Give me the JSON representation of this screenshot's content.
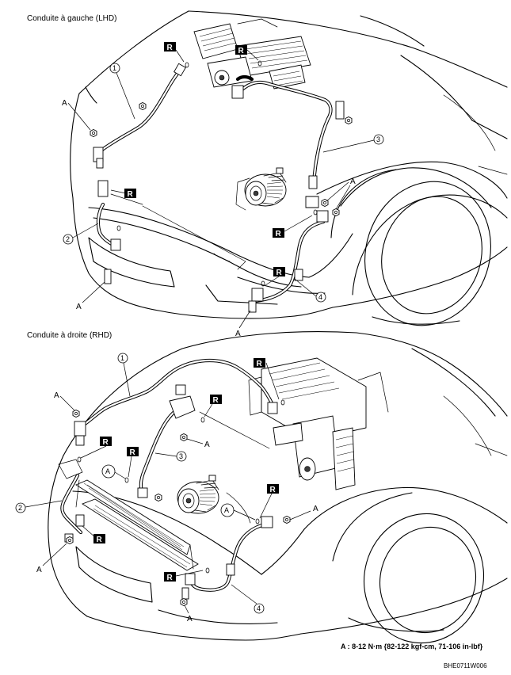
{
  "sections": {
    "lhd_title": "Conduite à gauche (LHD)",
    "rhd_title": "Conduite à droite (RHD)"
  },
  "labels": {
    "torque_marker": "A",
    "replace_marker": "R",
    "p1": "1",
    "p2": "2",
    "p3": "3",
    "p4": "4"
  },
  "footer": {
    "torque_note": "A : 8-12 N·m {82-122 kgf-cm, 71-106 in-lbf}",
    "figure_code": "BHE0711W006"
  }
}
